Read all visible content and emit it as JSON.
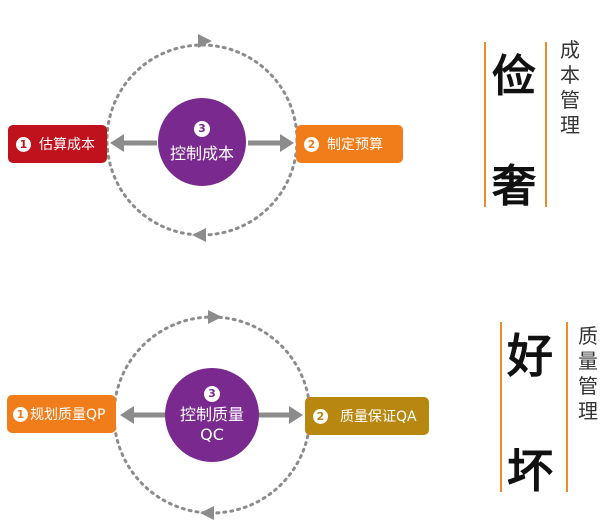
{
  "colors": {
    "red": "#c0121d",
    "orange": "#f07d1a",
    "gold": "#b8870f",
    "purple": "#7a2a8f",
    "arrow_gray": "#8c8c8c",
    "vline": "#f08a2a"
  },
  "cost": {
    "center_num": "3",
    "center_label": "控制成本",
    "left_num": "1",
    "left_label": "估算成本",
    "right_num": "2",
    "right_label": "制定预算",
    "title_top": "俭",
    "title_bottom": "奢",
    "subtitle_chars": [
      "成",
      "本",
      "管",
      "理"
    ]
  },
  "quality": {
    "center_num": "3",
    "center_label_line1": "控制质量",
    "center_label_line2": "QC",
    "left_num": "1",
    "left_label": "规划质量QP",
    "right_num": "2",
    "right_label": "质量保证QA",
    "title_top": "好",
    "title_bottom": "坏",
    "subtitle_chars": [
      "质",
      "量",
      "管",
      "理"
    ]
  }
}
